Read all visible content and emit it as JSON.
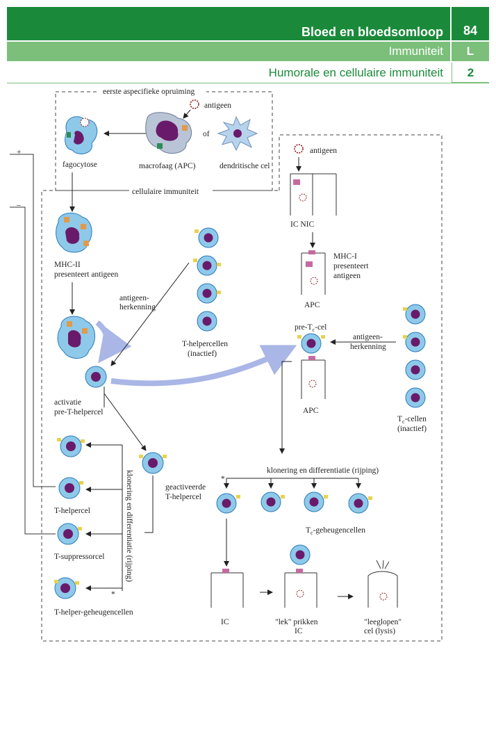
{
  "header": {
    "chapter": "Bloed en bloedsomloop",
    "chapter_num": "84",
    "section": "Immuniteit",
    "section_letter": "L",
    "topic": "Humorale en cellulaire immuniteit",
    "topic_num": "2"
  },
  "side": {
    "plus": "+",
    "minus": "–"
  },
  "boxes": {
    "aspecific": "eerste aspecifieke opruiming",
    "cellular": "cellulaire immuniteit"
  },
  "labels": {
    "antigeen_top": "antigeen",
    "of": "of",
    "fagocytose": "fagocytose",
    "macrofaag": "macrofaag (APC)",
    "dendritisch": "dendritische cel",
    "mhc2_1": "MHC-II",
    "mhc2_2": "presenteert antigeen",
    "herkenning1_1": "antigeen-",
    "herkenning1_2": "herkenning",
    "th_inactief_1": "T-helpercellen",
    "th_inactief_2": "(inactief)",
    "activatie_1": "activatie",
    "activatie_2": "pre-T-helpercel",
    "geact_1": "geactiveerde",
    "geact_2": "T-helpercel",
    "klonering_vert": "klonering en differentiatie (rijping)",
    "thelpercel": "T-helpercel",
    "tsuppressor": "T-suppressorcel",
    "thgeheugen": "T-helper-geheugencellen",
    "antigeen_right": "antigeen",
    "ic_nic": "IC   NIC",
    "mhc1_1": "MHC-I",
    "mhc1_2": "presenteert",
    "mhc1_3": "antigeen",
    "apc1": "APC",
    "pretc_main": "pre-T",
    "pretc_sub": "c",
    "pretc_end": "-cel",
    "herkenning2_1": "antigeen-",
    "herkenning2_2": "herkenning",
    "apc2": "APC",
    "tc_main": "T",
    "tc_sub": "c",
    "tc_end": "-cellen",
    "tc_inactief": "(inactief)",
    "klonering_h": "klonering en differentiatie (rijping)",
    "tcgeh_main": "T",
    "tcgeh_sub": "c",
    "tcgeh_end": "-geheugencellen",
    "ic": "IC",
    "lek_1": "\"lek\" prikken",
    "lek_2": "IC",
    "leeg_1": "\"leeglopen\"",
    "leeg_2": "cel (lysis)",
    "star": "*"
  },
  "colors": {
    "green_dark": "#1a8a3a",
    "green_light": "#7bbf7b",
    "cell_fill": "#8ec9ea",
    "cell_stroke": "#2a7ab8",
    "nucleus": "#6a1a6a",
    "receptor": "#e8d24a",
    "arrow_big": "#a9b6e6"
  }
}
